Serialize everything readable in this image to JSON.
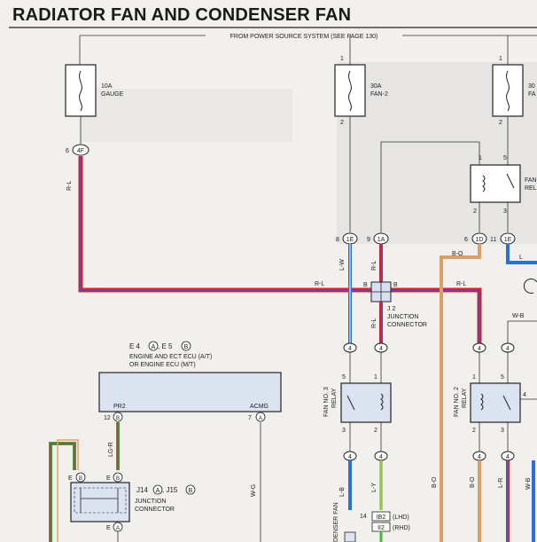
{
  "title": "RADIATOR FAN AND CONDENSER FAN",
  "power_source": "FROM POWER SOURCE SYSTEM (SEE PAGE 130)",
  "fuses": {
    "gauge": {
      "rating": "10A",
      "name": "GAUGE",
      "pin": "6",
      "conn": "4F"
    },
    "fan2": {
      "rating": "30A",
      "name": "FAN-2",
      "pin_top": "1",
      "pin_bottom": "2"
    },
    "fan3": {
      "rating": "30",
      "name": "FA",
      "pin_top": "1",
      "pin_bottom": "2"
    }
  },
  "wires": {
    "rl": "R-L",
    "lw": "L-W",
    "bo": "B-O",
    "l": "L",
    "wb": "W-B",
    "lgr": "LG-R",
    "wg": "W-G",
    "lb": "L-B",
    "ly": "L-Y",
    "lr": "L-R",
    "b": "B"
  },
  "connectors": {
    "c1e": "1E",
    "c1a": "1A",
    "c1d": "1D",
    "c4": "4",
    "pin8": "8",
    "pin9": "9",
    "pin6": "6",
    "pin11": "11",
    "j2": "J 2",
    "j2_name1": "JUNCTION",
    "j2_name2": "CONNECTOR",
    "e_label": "E",
    "b_label": "B",
    "a_label": "A"
  },
  "relay": {
    "fan_label": "FAN",
    "rel_label": "REL",
    "pins": {
      "p1": "1",
      "p2": "2",
      "p3": "3",
      "p5": "5"
    }
  },
  "ecu": {
    "ref": "E 4",
    "ref_a": "A",
    "ref2": ", E 5",
    "ref_b": "B",
    "line1": "ENGINE AND ECT ECU (A/T)",
    "line2": "OR ENGINE ECU (M/T)",
    "pr2": "PR2",
    "acmg": "ACMG",
    "pin12": "12",
    "pin7": "7"
  },
  "fan3_relay": {
    "line1": "FAN NO. 3",
    "line2": "RELAY",
    "p1": "1",
    "p2": "2",
    "p3": "3",
    "p5": "5"
  },
  "fan2_relay": {
    "line1": "FAN NO. 2",
    "line2": "RELAY",
    "p1": "1",
    "p2": "2",
    "p3": "3",
    "p4": "4",
    "p5": "5"
  },
  "jc": {
    "ref": "J14",
    "ref_a": "A",
    "ref2": ", J15",
    "ref_b": "B",
    "line1": "JUNCTION",
    "line2": "CONNECTOR"
  },
  "ib": {
    "pin": "14",
    "ib2": "IB2",
    "lhd": "(LHD)",
    "ii2": "II2",
    "rhd": "(RHD)"
  },
  "condenser_label": "DENSER FAN",
  "colors": {
    "red": "#d3262b",
    "purple": "#7a3e9a",
    "blue": "#2a6fd6",
    "tan": "#d6a26a",
    "green": "#3fa04a",
    "box": "#dbe3f1",
    "green_bright": "#4fb33c"
  }
}
